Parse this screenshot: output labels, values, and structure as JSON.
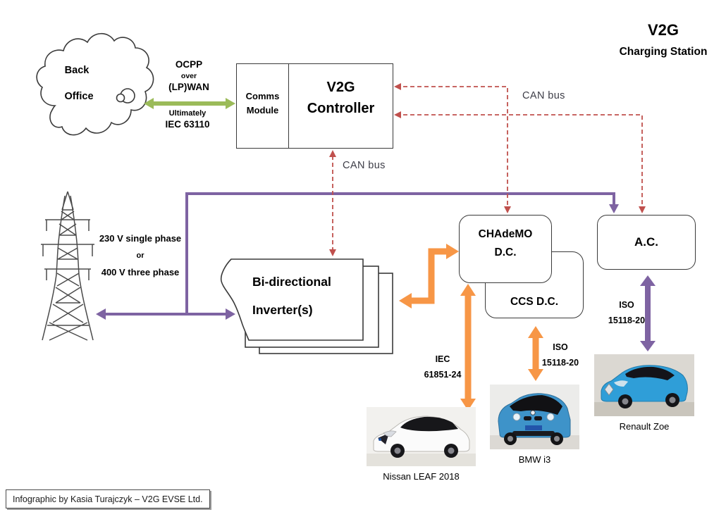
{
  "title": {
    "main": "V2G",
    "sub": "Charging Station"
  },
  "cloud": {
    "line1": "Back",
    "line2": "Office"
  },
  "wan_link": {
    "top1": "OCPP",
    "top2": "over",
    "top3": "(LP)WAN",
    "bottom1": "Ultimately",
    "bottom2": "IEC 63110"
  },
  "controller": {
    "comms1": "Comms",
    "comms2": "Module",
    "name1": "V2G",
    "name2": "Controller"
  },
  "can_bus": {
    "controller_label": "CAN bus",
    "right_label": "CAN bus"
  },
  "grid": {
    "line1": "230 V single phase",
    "line2": "or",
    "line3": "400 V three phase"
  },
  "inverter": {
    "line1": "Bi-directional",
    "line2": "Inverter(s)"
  },
  "outlets": {
    "chademo1": "CHAdeMO",
    "chademo2": "D.C.",
    "ccs": "CCS D.C.",
    "ac": "A.C."
  },
  "standards": {
    "iec1": "IEC",
    "iec2": "61851-24",
    "iso_ccs1": "ISO",
    "iso_ccs2": "15118-20",
    "iso_ac1": "ISO",
    "iso_ac2": "15118-20"
  },
  "cars": [
    {
      "caption": "Nissan LEAF 2018"
    },
    {
      "caption": "BMW i3"
    },
    {
      "caption": "Renault Zoe"
    }
  ],
  "footer": {
    "credit": "Infographic by Kasia Turajczyk – V2G EVSE Ltd."
  },
  "colors": {
    "purple": "#7E63A2",
    "orange": "#F79646",
    "green": "#9BBB59",
    "dashed_red": "#C0504D",
    "border": "#3A3A3A",
    "can_text": "#3D3D47"
  }
}
